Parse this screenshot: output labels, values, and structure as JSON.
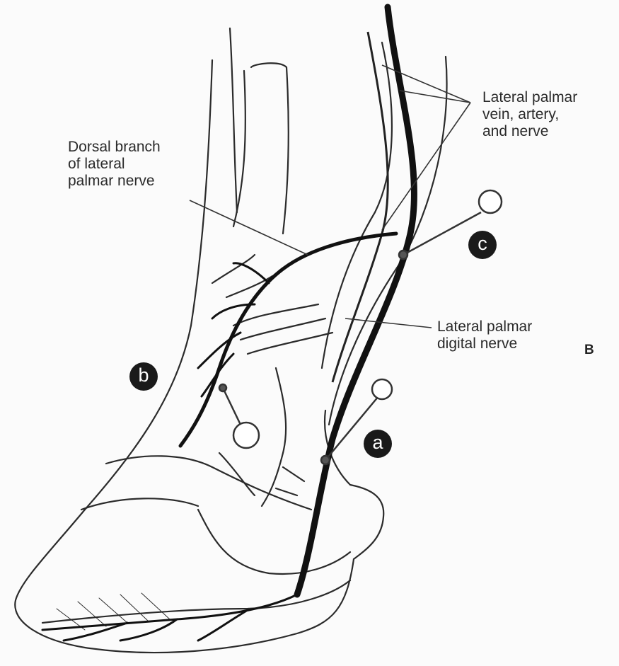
{
  "labels": {
    "lateral_palmar_vein_artery_nerve": "Lateral palmar\nvein, artery,\nand nerve",
    "dorsal_branch": "Dorsal branch\nof lateral\npalmar nerve",
    "lateral_palmar_digital_nerve": "Lateral palmar\ndigital nerve"
  },
  "injection_sites": {
    "a": "a",
    "b": "b",
    "c": "c"
  },
  "panel_letter": "B",
  "colors": {
    "ink": "#1a1a1a",
    "line": "#444444",
    "paper": "#fbfbfb"
  }
}
